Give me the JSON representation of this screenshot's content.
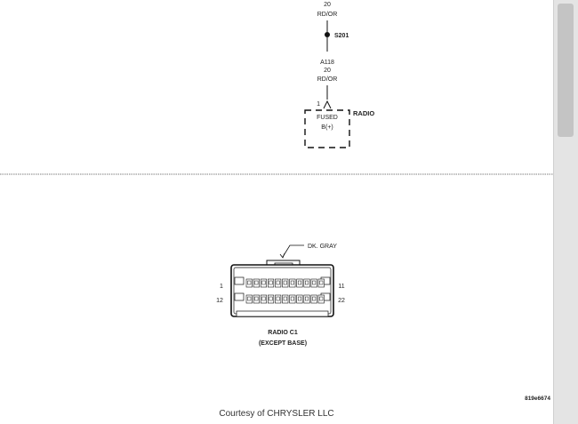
{
  "wire_top": {
    "gauge": "20",
    "color": "RD/OR"
  },
  "splice": {
    "label": "S201"
  },
  "wire_bottom": {
    "circuit": "A118",
    "gauge": "20",
    "color": "RD/OR"
  },
  "radio_component": {
    "pin": "1",
    "name": "RADIO",
    "label_line1": "FUSED",
    "label_line2": "B(+)"
  },
  "connector": {
    "color_label": "DK. GRAY",
    "pin_top_left": "1",
    "pin_bottom_left": "12",
    "pin_top_right": "11",
    "pin_bottom_right": "22",
    "title": "RADIO C1",
    "subtitle": "(EXCEPT BASE)",
    "pins_per_row": 11,
    "rows": 2
  },
  "figure_code": "819e6674",
  "courtesy": "Courtesy of CHRYSLER LLC"
}
